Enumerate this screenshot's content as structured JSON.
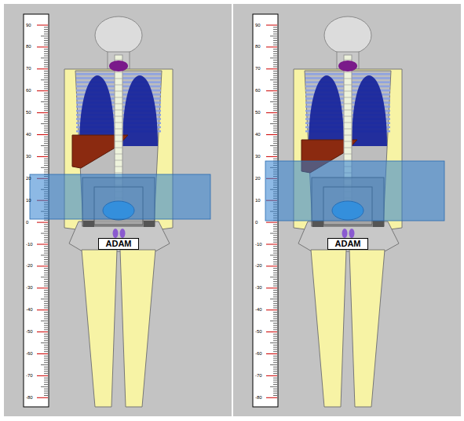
{
  "diagram": {
    "nodes": [
      {
        "text": [
          "ADAM"
        ]
      },
      {
        "text": [
          "ADAM"
        ]
      }
    ],
    "labels": [
      "90",
      "80",
      "70",
      "60",
      "50",
      "40",
      "30",
      "20",
      "10",
      "0",
      "-10",
      "-20",
      "-30",
      "-40",
      "-50",
      "-60",
      "-70",
      "-80",
      "90",
      "80",
      "70",
      "60",
      "50",
      "40",
      "30",
      "20",
      "10",
      "0",
      "-10",
      "-20",
      "-30",
      "-40",
      "-50",
      "-60",
      "-70",
      "-80"
    ]
  }
}
